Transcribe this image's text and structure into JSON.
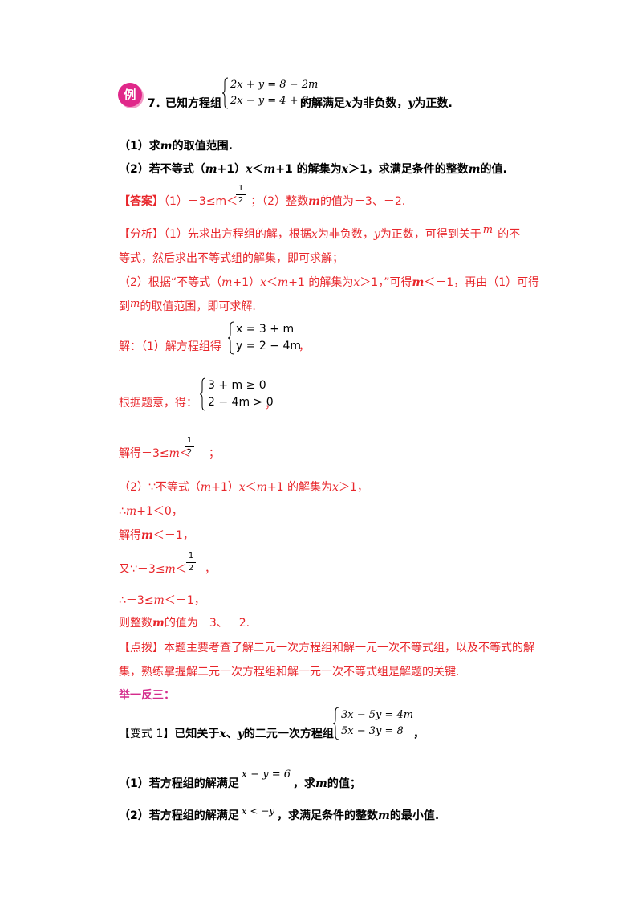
{
  "example": {
    "badge": "例",
    "number": "7．",
    "lead": "已知方程组",
    "sys_row1": "2x + y = 8 − 2m",
    "sys_row2": "2x − y = 4 + 6m",
    "tail_1": "的解满足",
    "tail_x": "x",
    "tail_2": "为非负数，",
    "tail_y": "y",
    "tail_3": "为正数."
  },
  "q1": {
    "lead": "（1）求",
    "var": "m",
    "rest": "的取值范围."
  },
  "q2": {
    "lead": "（2）若不等式（",
    "var1": "m",
    "p1": "+1）",
    "var2": "x",
    "p2": "＜",
    "var3": "m",
    "p3": "+1 的解集为",
    "var4": "x",
    "p4": "＞1，求满足条件的整数",
    "var5": "m",
    "p5": "的值."
  },
  "answer": {
    "label": "【答案】",
    "part1": "（1）－3≤m＜",
    "frac_num": "1",
    "frac_den": "2",
    "part2": "；（2）整数",
    "var": "m",
    "part3": "的值为－3、－2."
  },
  "analysis": {
    "line1_label": "【分析】",
    "line1_a": "（1）先求出方程组的解，根据",
    "line1_x": "x",
    "line1_b": "为非负数，",
    "line1_y": "y",
    "line1_c": "为正数，可得到关于",
    "line1_m": "m",
    "line1_d": "的不",
    "line2": "等式，然后求出不等式组的解集，即可求解；",
    "line3_a": "（2）根据“不等式（",
    "line3_m1": "m",
    "line3_b": "+1）",
    "line3_x1": "x",
    "line3_c": "＜",
    "line3_m2": "m",
    "line3_d": "+1 的解集为",
    "line3_x2": "x",
    "line3_e": "＞1，”可得",
    "line3_m3": "m",
    "line3_f": "＜－1，再由（1）可得",
    "line4_a": "到",
    "line4_m": "m",
    "line4_b": "的取值范围，即可求解."
  },
  "solution": {
    "s1": "解：（1）解方程组得",
    "sys1_row1": "x = 3 + m",
    "sys1_row2": "y = 2 − 4m",
    "sys1_tail": "，",
    "s2": "根据题意，得：",
    "sys2_row1": "3 + m ≥ 0",
    "sys2_row2": "2 − 4m > 0",
    "sys2_tail": "，",
    "s3_a": "解得－3≤",
    "s3_m": "m",
    "s3_b": "＜",
    "s3_frac_num": "1",
    "s3_frac_den": "2",
    "s3_c": "；",
    "s4_a": "（2）∵不等式（",
    "s4_m1": "m",
    "s4_b": "+1）",
    "s4_x1": "x",
    "s4_c": "＜",
    "s4_m2": "m",
    "s4_d": "+1 的解集为",
    "s4_x2": "x",
    "s4_e": "＞1，",
    "s5_a": "∴",
    "s5_m": "m",
    "s5_b": "+1＜0，",
    "s6_a": "解得",
    "s6_m": "m",
    "s6_b": "＜－1，",
    "s7_a": "又∵－3≤",
    "s7_m": "m",
    "s7_b": "＜",
    "s7_frac_num": "1",
    "s7_frac_den": "2",
    "s7_c": "，",
    "s8_a": "∴－3≤",
    "s8_m": "m",
    "s8_b": "＜－1，",
    "s9_a": "则整数",
    "s9_m": "m",
    "s9_b": "的值为－3、－2."
  },
  "comment": {
    "label": "【点拨】",
    "line1": "本题主要考查了解二元一次方程组和解一元一次不等式组，以及不等式的解",
    "line2": "集，熟练掌握解二元一次方程组和解一元一次不等式组是解题的关键."
  },
  "section": "举一反三：",
  "variant": {
    "label": "【变式 1】",
    "a": "已知关于",
    "x": "x",
    "b": "、",
    "y": "y",
    "c": "的二元一次方程组",
    "sys_row1": "3x − 5y = 4m",
    "sys_row2": "5x − 3y = 8",
    "tail": "，",
    "q1_a": "（1）若方程组的解满足",
    "q1_expr": "x − y = 6",
    "q1_b": "，求",
    "q1_m": "m",
    "q1_c": "的值；",
    "q2_a": "（2）若方程组的解满足",
    "q2_expr": "x < −y",
    "q2_b": "，求满足条件的整数",
    "q2_m": "m",
    "q2_c": "的最小值."
  }
}
